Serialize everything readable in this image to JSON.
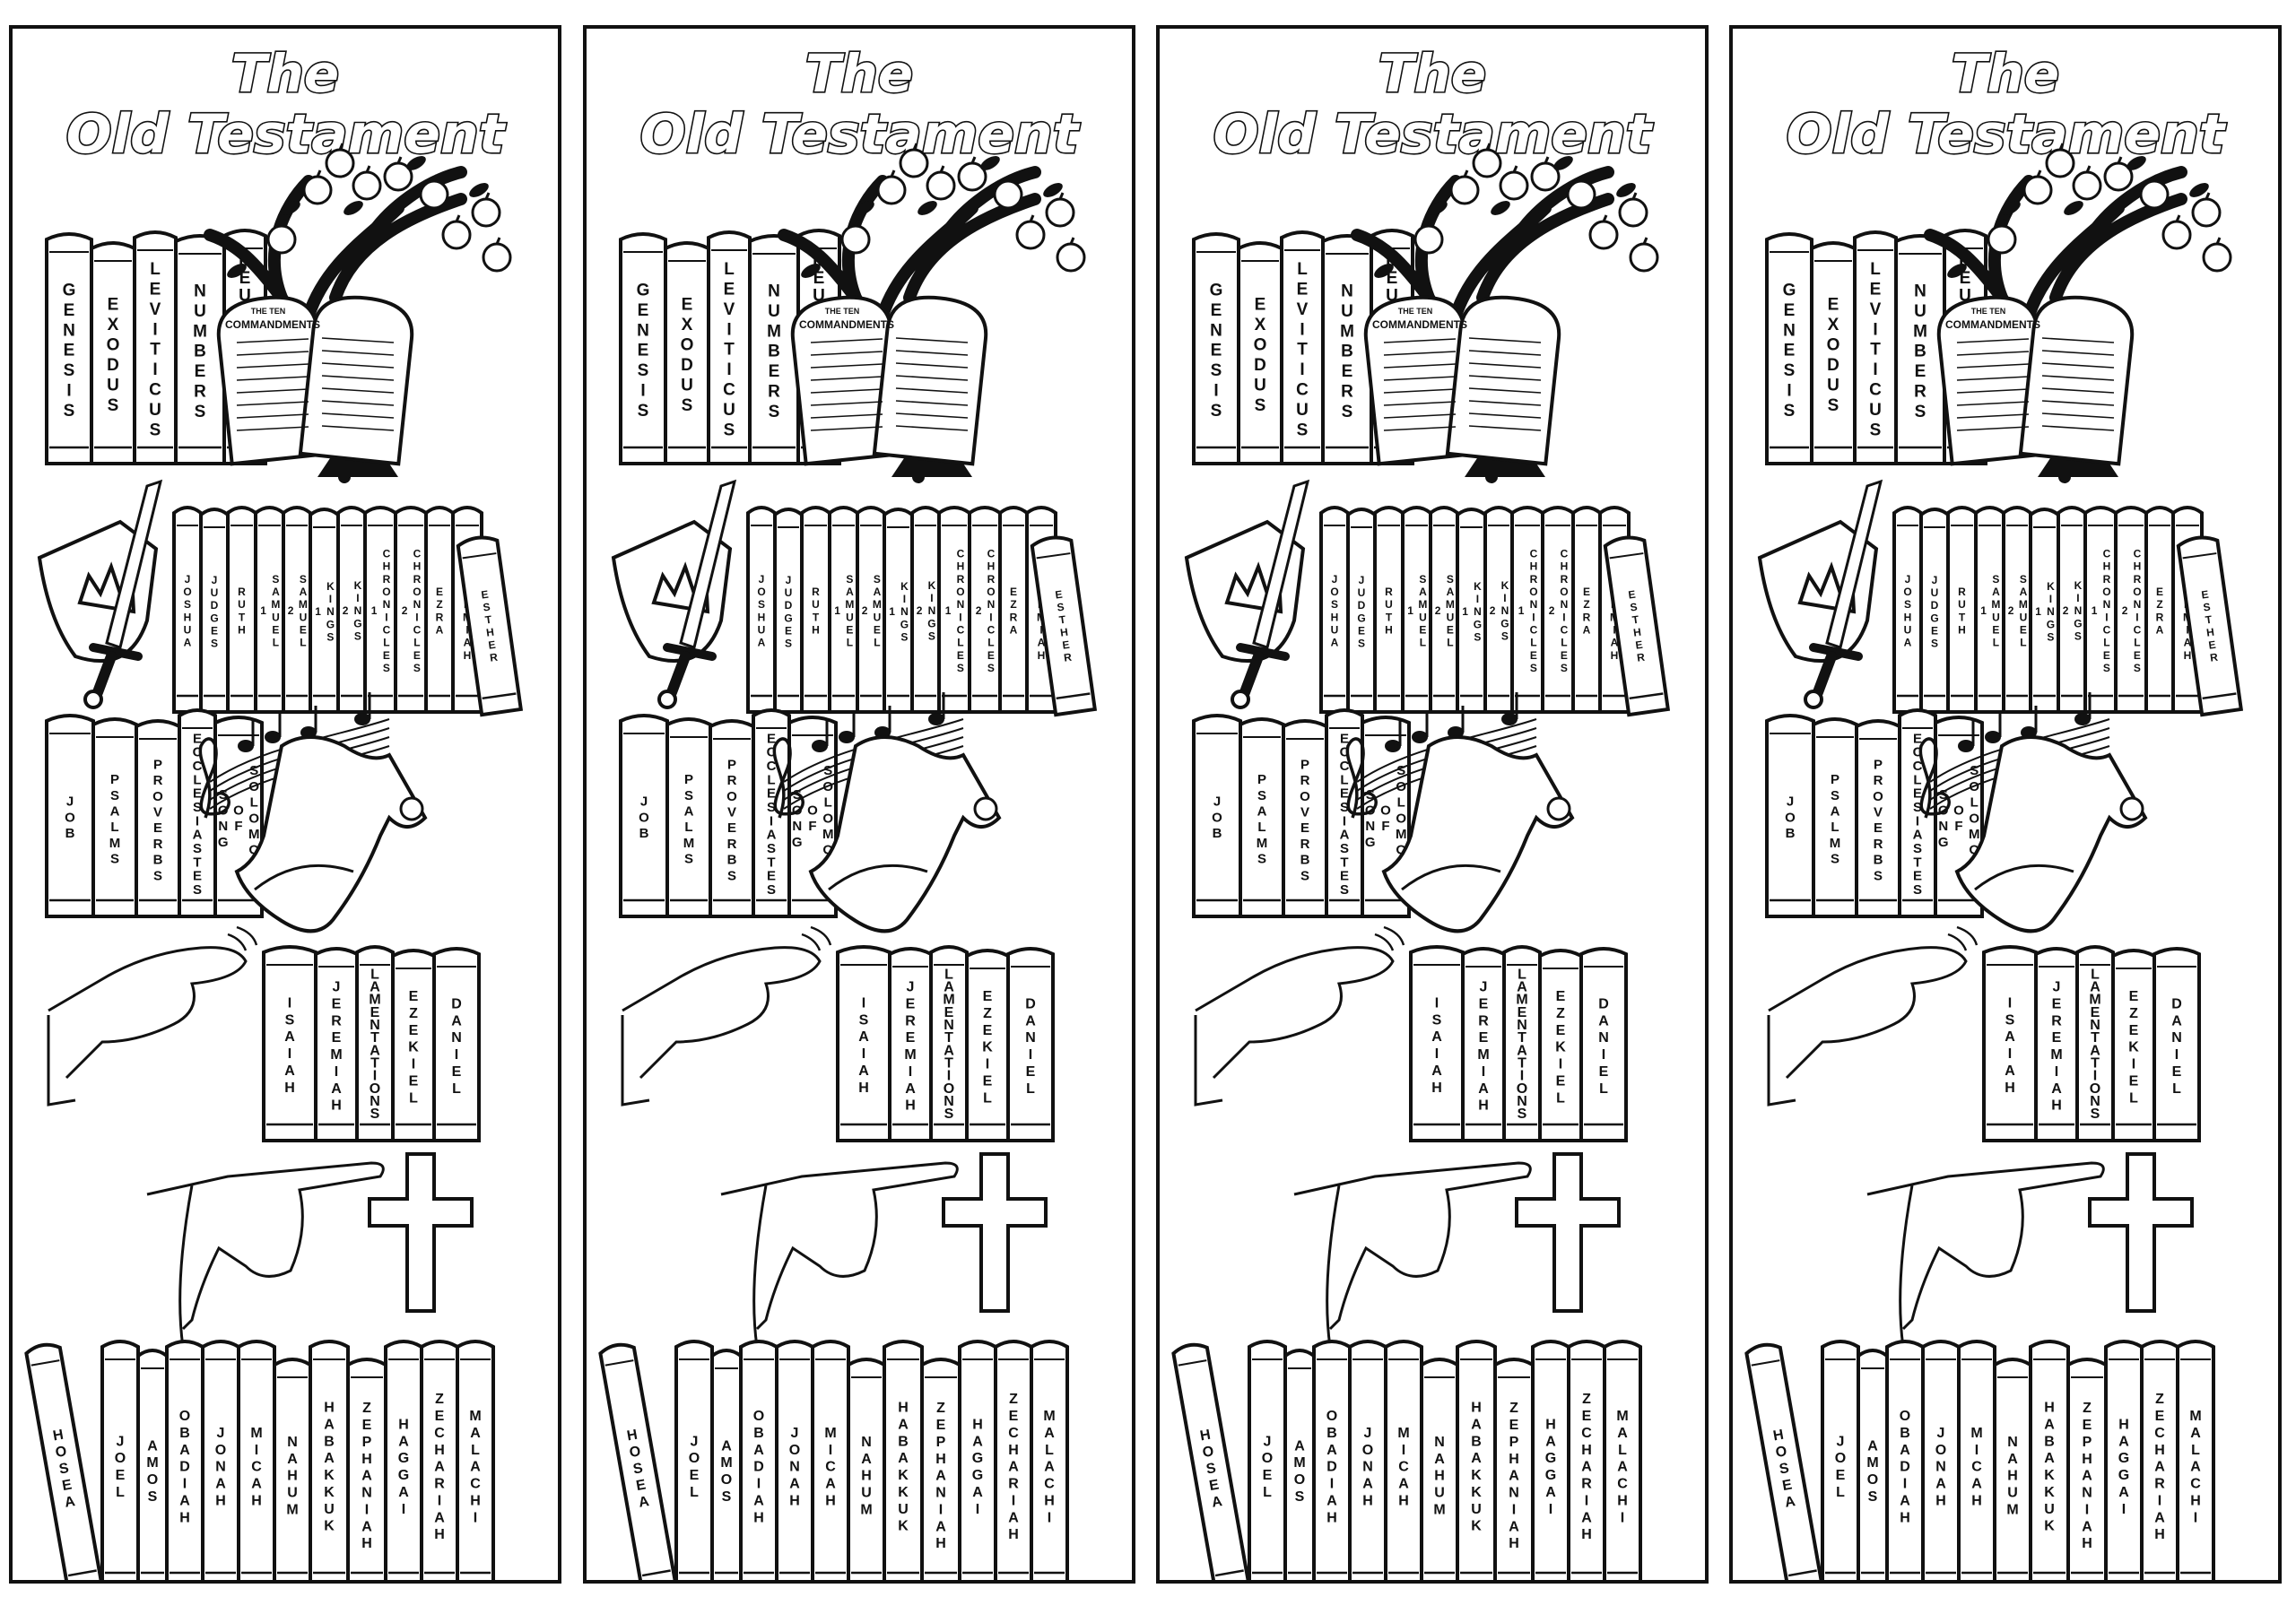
{
  "title": {
    "line1": "The",
    "line2": "Old Testament"
  },
  "tablets_heading": {
    "small": "THE TEN",
    "main": "COMMANDMENTS"
  },
  "sections": {
    "law": [
      "GENESIS",
      "EXODUS",
      "LEVITICUS",
      "NUMBERS",
      "DEUTERONOMY"
    ],
    "history": [
      "JOSHUA",
      "JUDGES",
      "RUTH",
      "1 SAMUEL",
      "2 SAMUEL",
      "1 KINGS",
      "2 KINGS",
      "1 CHRONICLES",
      "2 CHRONICLES",
      "EZRA",
      "NEHEMIAH",
      "ESTHER"
    ],
    "poetry": [
      "JOB",
      "PSALMS",
      "PROVERBS",
      "ECCLESIASTES",
      "SONG OF SOLOMON"
    ],
    "major_prophets": [
      "ISAIAH",
      "JEREMIAH",
      "LAMENTATIONS",
      "EZEKIEL",
      "DANIEL"
    ],
    "minor_prophets": [
      "HOSEA",
      "JOEL",
      "AMOS",
      "OBADIAH",
      "JONAH",
      "MICAH",
      "NAHUM",
      "HABAKKUK",
      "ZEPHANIAH",
      "HAGGAI",
      "ZECHARIAH",
      "MALACHI"
    ]
  },
  "icons": [
    "apple-tree-icon",
    "tablets-icon",
    "shield-icon",
    "crown-icon",
    "sword-icon",
    "music-notes-icon",
    "treble-clef-icon",
    "scroll-icon",
    "pointing-hand-icon",
    "hand-icon",
    "cross-icon"
  ],
  "colors": {
    "ink": "#111111",
    "paper": "#ffffff"
  }
}
